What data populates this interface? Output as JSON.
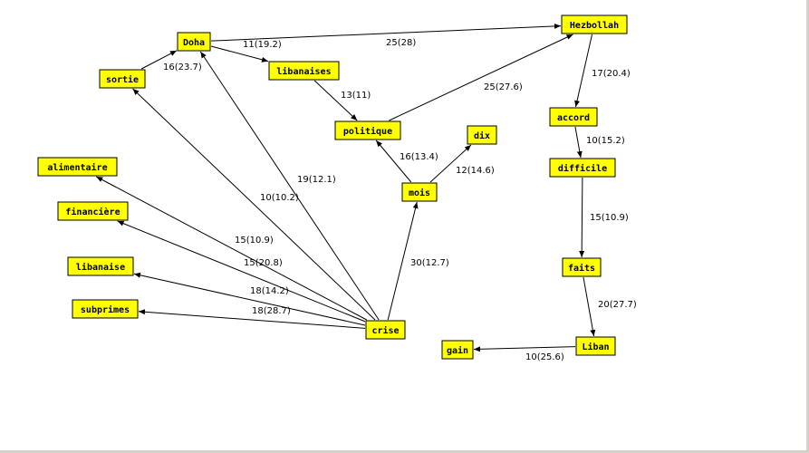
{
  "graph": {
    "nodes": [
      {
        "id": "Hezbollah",
        "label": "Hezbollah"
      },
      {
        "id": "Doha",
        "label": "Doha"
      },
      {
        "id": "sortie",
        "label": "sortie"
      },
      {
        "id": "libanaises",
        "label": "libanaises"
      },
      {
        "id": "politique",
        "label": "politique"
      },
      {
        "id": "dix",
        "label": "dix"
      },
      {
        "id": "alimentaire",
        "label": "alimentaire"
      },
      {
        "id": "financiere",
        "label": "financière"
      },
      {
        "id": "libanaise",
        "label": "libanaise"
      },
      {
        "id": "subprimes",
        "label": "subprimes"
      },
      {
        "id": "mois",
        "label": "mois"
      },
      {
        "id": "crise",
        "label": "crise"
      },
      {
        "id": "accord",
        "label": "accord"
      },
      {
        "id": "difficile",
        "label": "difficile"
      },
      {
        "id": "faits",
        "label": "faits"
      },
      {
        "id": "Liban",
        "label": "Liban"
      },
      {
        "id": "gain",
        "label": "gain"
      }
    ],
    "edges": [
      {
        "from": "Doha",
        "to": "Hezbollah",
        "label": "25(28)"
      },
      {
        "from": "Doha",
        "to": "libanaises",
        "label": "11(19.2)"
      },
      {
        "from": "sortie",
        "to": "Doha",
        "label": "16(23.7)"
      },
      {
        "from": "libanaises",
        "to": "politique",
        "label": "13(11)"
      },
      {
        "from": "politique",
        "to": "Hezbollah",
        "label": "25(27.6)"
      },
      {
        "from": "Hezbollah",
        "to": "accord",
        "label": "17(20.4)"
      },
      {
        "from": "accord",
        "to": "difficile",
        "label": "10(15.2)"
      },
      {
        "from": "difficile",
        "to": "faits",
        "label": "15(10.9)"
      },
      {
        "from": "faits",
        "to": "Liban",
        "label": "20(27.7)"
      },
      {
        "from": "Liban",
        "to": "gain",
        "label": "10(25.6)"
      },
      {
        "from": "mois",
        "to": "politique",
        "label": "16(13.4)"
      },
      {
        "from": "mois",
        "to": "dix",
        "label": "12(14.6)"
      },
      {
        "from": "crise",
        "to": "mois",
        "label": "30(12.7)"
      },
      {
        "from": "crise",
        "to": "Doha",
        "label": "19(12.1)"
      },
      {
        "from": "crise",
        "to": "sortie",
        "label": "10(10.2)"
      },
      {
        "from": "crise",
        "to": "alimentaire",
        "label": "15(10.9)"
      },
      {
        "from": "crise",
        "to": "financiere",
        "label": "15(20.8)"
      },
      {
        "from": "crise",
        "to": "libanaise",
        "label": "18(14.2)"
      },
      {
        "from": "crise",
        "to": "subprimes",
        "label": "18(28.7)"
      }
    ]
  }
}
